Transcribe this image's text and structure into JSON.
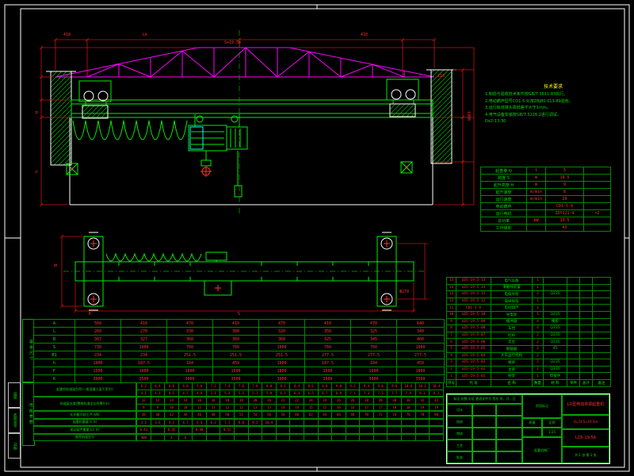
{
  "colors": {
    "line": "#00ff00",
    "dim": "#ff0000",
    "truss": "#ff00ff",
    "frame": "#ffffff",
    "accent": "#00ffff",
    "note_title": "#ffff00"
  },
  "notes": {
    "title": "技术要求",
    "lines": [
      "1.制造与验收技术条件按GB/T 3811-83执行。",
      "2.电动葫芦型号CD1-5-9,按ZBJ80 013-89验收。",
      "3.运行轨道接头高低差不大于1mm。",
      "4.电气设备安装按GB/T 5226.2进行调试。",
      "Dx2-13-30"
    ]
  },
  "params": {
    "rows": [
      [
        "起重量 Q",
        "t",
        "5",
        ""
      ],
      [
        "跨度 S",
        "m",
        "19.5",
        ""
      ],
      [
        "起升高度 H",
        "m",
        "9",
        ""
      ],
      [
        "起升速度",
        "m/min",
        "8",
        ""
      ],
      [
        "运行速度",
        "m/min",
        "20",
        ""
      ],
      [
        "电动葫芦",
        "",
        "CD1-5-9",
        ""
      ],
      [
        "运行电机",
        "",
        "ZDY121-4",
        "×2"
      ],
      [
        "总功率",
        "kW",
        "13.5",
        ""
      ],
      [
        "工作级别",
        "",
        "A3",
        ""
      ]
    ]
  },
  "bom": {
    "header": [
      "序号",
      "代 号",
      "名 称",
      "数量",
      "材 料",
      "单件",
      "总计",
      "备注"
    ],
    "rows": [
      [
        "15",
        "LD5-19.5-15",
        "电气设备",
        "1",
        "",
        "",
        "",
        ""
      ],
      [
        "14",
        "LD5-19.5-14",
        "滑触线装置",
        "1",
        "",
        "",
        "",
        ""
      ],
      [
        "13",
        "LD5-19.5-13",
        "电缆导架",
        "2",
        "Q235",
        "",
        "",
        ""
      ],
      [
        "12",
        "LD5-19.5-12",
        "操纵按钮",
        "1",
        "",
        "",
        "",
        ""
      ],
      [
        "11",
        "CD1-5-9",
        "电动葫芦",
        "1",
        "",
        "",
        "",
        ""
      ],
      [
        "10",
        "LD5-19.5-10",
        "导电架",
        "1",
        "Q235",
        "",
        "",
        ""
      ],
      [
        "9",
        "LD5-19.5-09",
        "缓冲器",
        "4",
        "橡胶",
        "",
        "",
        ""
      ],
      [
        "8",
        "LD5-19.5-08",
        "车挡",
        "4",
        "Q235",
        "",
        "",
        ""
      ],
      [
        "7",
        "LD5-19.5-07",
        "栏杆",
        "2",
        "Q235",
        "",
        "",
        ""
      ],
      [
        "6",
        "LD5-19.5-06",
        "走台",
        "2",
        "Q235",
        "",
        "",
        ""
      ],
      [
        "5",
        "LD5-19.5-05",
        "联轴器",
        "2",
        "45",
        "",
        "",
        ""
      ],
      [
        "4",
        "LD5-19.5-04",
        "大车运行机构",
        "2",
        "",
        "",
        "",
        ""
      ],
      [
        "3",
        "LD5-19.5-03",
        "端梁",
        "2",
        "Q235",
        "",
        "",
        ""
      ],
      [
        "2",
        "LD5-19.5-02",
        "主梁",
        "1",
        "Q235",
        "",
        "",
        ""
      ],
      [
        "1",
        "LD5-19.5-01",
        "桥架",
        "1",
        "焊接件",
        "",
        "",
        ""
      ]
    ]
  },
  "title_block": {
    "rev_header": "标记 处数 分区 更改文件号 签名 年、月、日",
    "roles": [
      "设计",
      "校核",
      "审核",
      "工艺",
      "批准"
    ],
    "stage_label": "阶段标记",
    "mass_label": "质量",
    "scale_label": "比例",
    "scale": "1:25",
    "company": "起重机械厂",
    "product": "LD型电动单梁起重机",
    "spec": "Q=5t S=19.5m",
    "dwg_no": "LD5-19.5A",
    "sheet": "共 1 张 第 1 张"
  },
  "margin": {
    "labels": [
      "描图",
      "底图总号",
      "日期"
    ]
  },
  "dims": {
    "front": [
      "410",
      "Lk",
      "S=19.5m",
      "410",
      "H",
      "h",
      "1800",
      "210"
    ],
    "plan": [
      "B",
      "S",
      "K",
      "Ф270"
    ]
  },
  "dim_table": {
    "side_top": "基本尺寸",
    "side_bottom": "性能参数",
    "rows": [
      {
        "label": "A",
        "values": [
          "560",
          "410",
          "470",
          "410",
          "470",
          "410",
          "470",
          "640"
        ]
      },
      {
        "label": "L",
        "values": [
          "260",
          "270",
          "330",
          "300",
          "320",
          "350",
          "325",
          "340"
        ]
      },
      {
        "label": "B",
        "values": [
          "367",
          "327",
          "360",
          "360",
          "360",
          "325",
          "345",
          "460"
        ]
      },
      {
        "label": "S",
        "values": [
          "730",
          "1000",
          "760",
          "760",
          "1000",
          "760",
          "760",
          "1000"
        ]
      },
      {
        "label": "B1",
        "values": [
          "234",
          "234",
          "251.5",
          "251.5",
          "251.5",
          "277.5",
          "277.5",
          "277.5"
        ]
      },
      {
        "label": "h",
        "values": [
          "1000",
          "187.5",
          "104",
          "459",
          "1000",
          "187.5",
          "104",
          "459"
        ]
      },
      {
        "label": "F",
        "values": [
          "1500",
          "1600",
          "1800",
          "1500",
          "1800",
          "1500",
          "1600",
          "1800"
        ]
      },
      {
        "label": "K",
        "values": [
          "3000",
          "3500",
          "3000",
          "3500",
          "3000",
          "3500",
          "3000",
          "3500"
        ]
      }
    ],
    "bands": [
      {
        "label": "起重机轨道梁负荷(一般混凝土梁下用)(t)",
        "rows": [
          [
            "6.2",
            "6.4",
            "6.6",
            "6.8",
            "7.0",
            "7.2",
            "7.4",
            "7.6",
            "7.8",
            "8.0",
            "8.2",
            "8.4",
            "8.6",
            "8.8",
            "9.0",
            "9.2",
            "9.4",
            "9.6",
            "9.8",
            "10.0",
            "10.2",
            "10.4"
          ],
          [
            "4.1",
            "4.3",
            "4.5",
            "4.7",
            "4.9",
            "5.1",
            "5.3",
            "5.5",
            "5.7",
            "5.9",
            "6.1",
            "6.3",
            "6.5",
            "6.7",
            "6.9",
            "7.1",
            "7.3",
            "7.5",
            "7.7",
            "7.9",
            "8.1",
            "8.3"
          ]
        ]
      },
      {
        "label": "轨道梁长度(整根轨道全长所需)(m)",
        "rows": [
          [
            "12",
            "12",
            "14",
            "14",
            "16",
            "16",
            "18",
            "18",
            "20",
            "20",
            "22",
            "22",
            "24",
            "24",
            "26",
            "26",
            "28",
            "28",
            "30",
            "30",
            "32",
            "32"
          ],
          [
            "9",
            "9",
            "10",
            "10",
            "11",
            "11",
            "12",
            "12",
            "13",
            "13",
            "14",
            "14",
            "15",
            "15",
            "16",
            "16",
            "17",
            "17",
            "18",
            "18",
            "19",
            "19"
          ]
        ]
      },
      {
        "label": "允许最大轮压 P (kN)",
        "rows": [
          [
            "38",
            "40",
            "42",
            "44",
            "46",
            "48",
            "50",
            "52",
            "54",
            "56",
            "58",
            "60",
            "62",
            "64",
            "66",
            "68",
            "70",
            "72",
            "74",
            "76",
            "78",
            "80"
          ]
        ]
      },
      {
        "label": "起重机重量 G (t)",
        "rows": [
          [
            "3.2",
            "3.6",
            "4.1",
            "4.7",
            "5.4",
            "6.2",
            "7.1",
            "8.0",
            "9.2",
            "10.4",
            "",
            "",
            "",
            "",
            "",
            "",
            "",
            "",
            "",
            "",
            "",
            ""
          ]
        ]
      },
      {
        "label": "电动葫芦重量 G1 (t)",
        "rows": [
          [
            "0.42",
            "",
            "0.45",
            "",
            "0.48",
            "",
            "0.52",
            "",
            "",
            "",
            "",
            "",
            "",
            "",
            "",
            "",
            "",
            "",
            "",
            "",
            "",
            ""
          ]
        ]
      },
      {
        "label": "推荐轨道型号",
        "rows": [
          [
            "400",
            "",
            "4",
            "6",
            "",
            "",
            "",
            "",
            "",
            "",
            "",
            "",
            "",
            "",
            "",
            "",
            "",
            "",
            "",
            "",
            "",
            ""
          ]
        ]
      }
    ]
  }
}
